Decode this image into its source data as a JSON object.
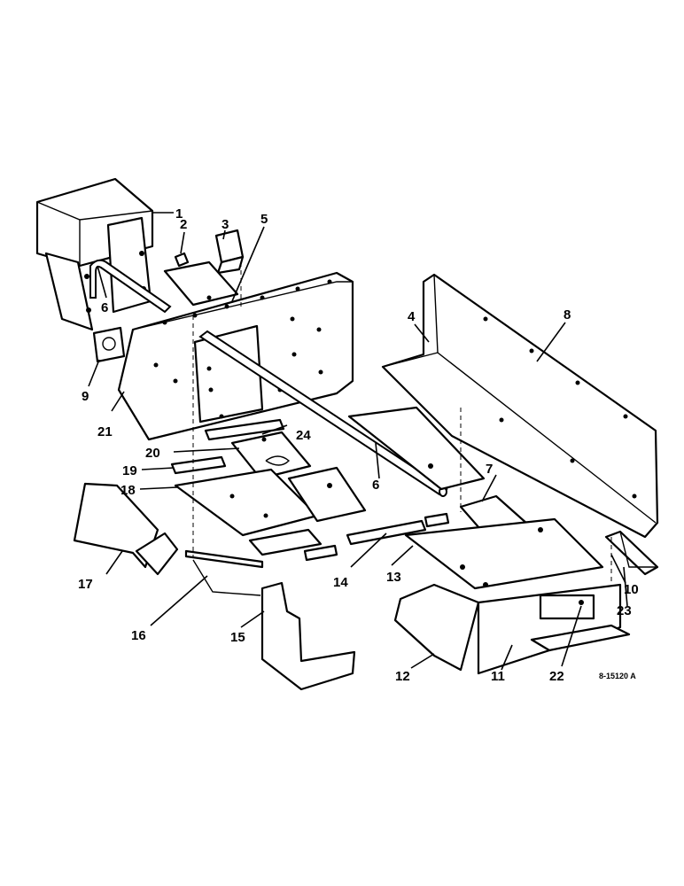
{
  "callouts": {
    "c1": "1",
    "c2": "2",
    "c3": "3",
    "c4": "4",
    "c5": "5",
    "c6a": "6",
    "c6b": "6",
    "c7": "7",
    "c8": "8",
    "c9": "9",
    "c10": "10",
    "c11": "11",
    "c12": "12",
    "c13": "13",
    "c14": "14",
    "c15": "15",
    "c16": "16",
    "c17": "17",
    "c18": "18",
    "c19": "19",
    "c20": "20",
    "c21": "21",
    "c22": "22",
    "c23": "23",
    "c24": "24"
  },
  "drawing_id": "8-15120 A"
}
